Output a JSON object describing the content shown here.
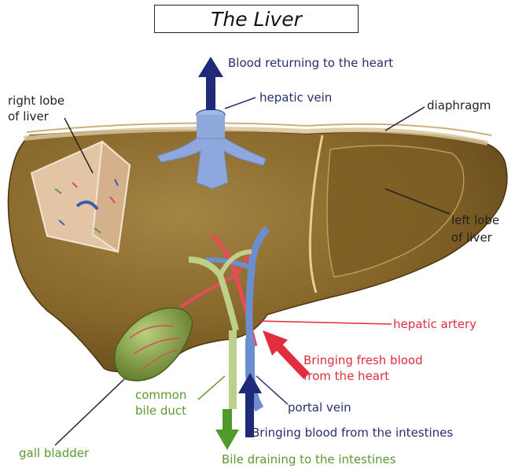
{
  "title": "The Liver",
  "labels": {
    "blood_returning": "Blood returning to the heart",
    "hepatic_vein": "hepatic vein",
    "diaphragm": "diaphragm",
    "right_lobe_1": "right lobe",
    "right_lobe_2": "of liver",
    "left_lobe_1": "left lobe",
    "left_lobe_2": "of liver",
    "hepatic_artery": "hepatic artery",
    "fresh_blood_1": "Bringing fresh blood",
    "fresh_blood_2": "from the heart",
    "common_bile_1": "common",
    "common_bile_2": "bile duct",
    "portal_vein": "portal vein",
    "from_intestines": "Bringing blood from the intestines",
    "gall_bladder": "gall bladder",
    "bile_draining": "Bile draining to the intestines"
  },
  "colors": {
    "liver": "#8a6a2a",
    "vein_blue": "#7f9fd6",
    "artery_red": "#e84a5a",
    "bile_green": "#a9c26a",
    "arrow_navy": "#1f2a78",
    "arrow_red": "#e22d3d",
    "arrow_green": "#4f9a2a"
  }
}
